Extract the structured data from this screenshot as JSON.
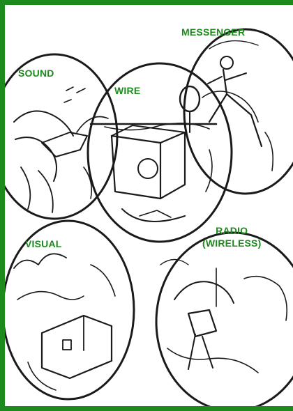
{
  "labels": {
    "sound": "SOUND",
    "wire": "WIRE",
    "messenger": "MESSENGER",
    "visual": "VISUAL",
    "radio_line1": "RADIO",
    "radio_line2": "(WIRELESS)"
  },
  "colors": {
    "label": "#1c8a1c",
    "border": "#1c8a1c",
    "ink": "#1a1a1a"
  }
}
